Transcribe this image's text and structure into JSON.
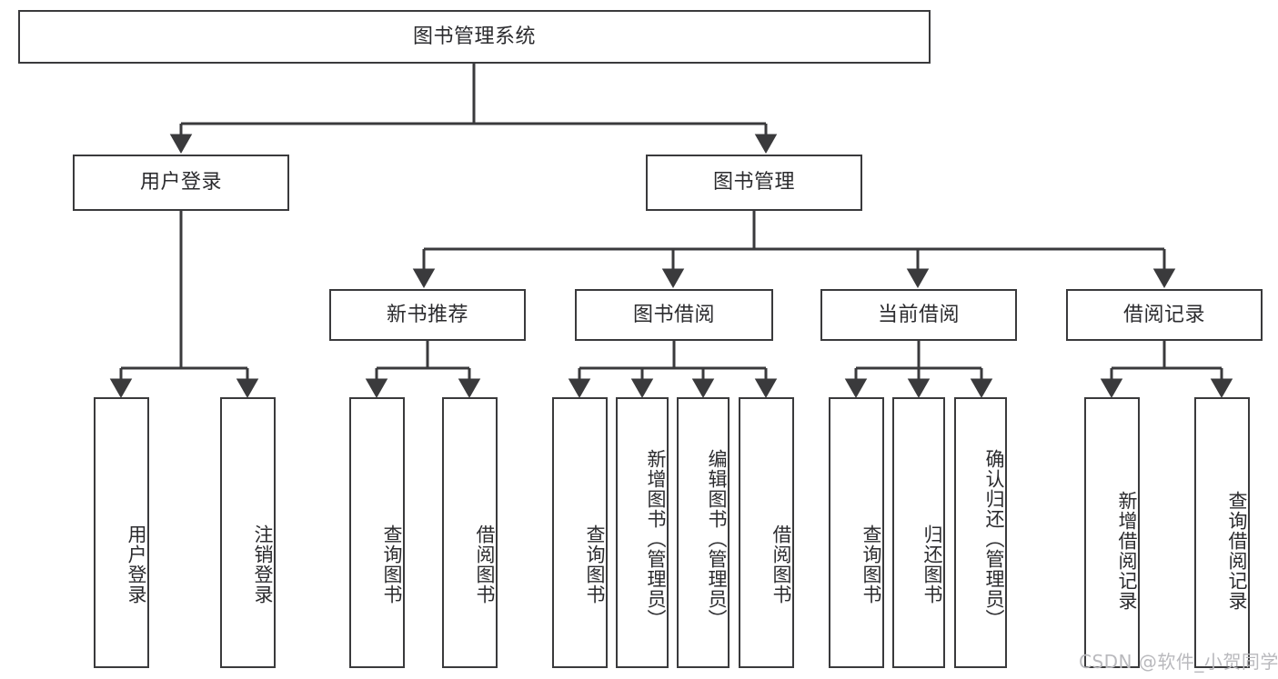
{
  "diagram": {
    "title": "图书管理系统",
    "type": "tree-hierarchy",
    "watermark": "CSDN @软件_小贺同学",
    "colors": {
      "box_border": "#3a3a3c",
      "box_fill": "#ffffff",
      "edge": "#3a3a3c",
      "text": "#2b2b2e",
      "watermark": "#b9b9bd",
      "background": "#ffffff"
    },
    "root": {
      "id": "root",
      "label": "图书管理系统",
      "orientation": "horizontal"
    },
    "level2": [
      {
        "id": "user-login",
        "label": "用户登录",
        "orientation": "horizontal"
      },
      {
        "id": "book-manage",
        "label": "图书管理",
        "orientation": "horizontal"
      }
    ],
    "level3": [
      {
        "id": "new-book-rec",
        "label": "新书推荐",
        "orientation": "horizontal",
        "parent": "book-manage"
      },
      {
        "id": "book-borrow",
        "label": "图书借阅",
        "orientation": "horizontal",
        "parent": "book-manage"
      },
      {
        "id": "current-borrow",
        "label": "当前借阅",
        "orientation": "horizontal",
        "parent": "book-manage"
      },
      {
        "id": "borrow-record",
        "label": "借阅记录",
        "orientation": "horizontal",
        "parent": "book-manage"
      }
    ],
    "leaves": [
      {
        "id": "leaf-user-login",
        "label": "用户登录",
        "parent": "user-login",
        "orientation": "vertical"
      },
      {
        "id": "leaf-user-logout",
        "label": "注销登录",
        "parent": "user-login",
        "orientation": "vertical"
      },
      {
        "id": "leaf-rec-query",
        "label": "查询图书",
        "parent": "new-book-rec",
        "orientation": "vertical"
      },
      {
        "id": "leaf-rec-borrow",
        "label": "借阅图书",
        "parent": "new-book-rec",
        "orientation": "vertical"
      },
      {
        "id": "leaf-borrow-query",
        "label": "查询图书",
        "parent": "book-borrow",
        "orientation": "vertical"
      },
      {
        "id": "leaf-borrow-add",
        "label": "新增图书（管理员）",
        "parent": "book-borrow",
        "orientation": "vertical"
      },
      {
        "id": "leaf-borrow-edit",
        "label": "编辑图书（管理员）",
        "parent": "book-borrow",
        "orientation": "vertical"
      },
      {
        "id": "leaf-borrow-lend",
        "label": "借阅图书",
        "parent": "book-borrow",
        "orientation": "vertical"
      },
      {
        "id": "leaf-cur-query",
        "label": "查询图书",
        "parent": "current-borrow",
        "orientation": "vertical"
      },
      {
        "id": "leaf-cur-return",
        "label": "归还图书",
        "parent": "current-borrow",
        "orientation": "vertical"
      },
      {
        "id": "leaf-cur-confirm",
        "label": "确认归还（管理员）",
        "parent": "current-borrow",
        "orientation": "vertical"
      },
      {
        "id": "leaf-rec-add",
        "label": "新增借阅记录",
        "parent": "borrow-record",
        "orientation": "vertical"
      },
      {
        "id": "leaf-rec-search",
        "label": "查询借阅记录",
        "parent": "borrow-record",
        "orientation": "vertical"
      }
    ]
  }
}
